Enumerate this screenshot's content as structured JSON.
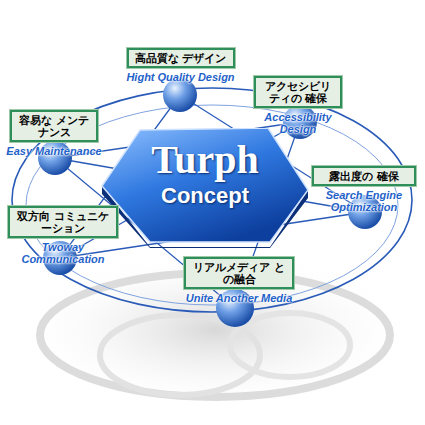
{
  "diagram": {
    "nodes": [
      {
        "text": [
          "Turph",
          "Concept"
        ]
      },
      {
        "text": [
          "高品質な デザイン",
          "Hight Quality Design"
        ]
      },
      {
        "text": [
          "アクセシビリティの 確保",
          "Accessibility Design"
        ]
      },
      {
        "text": [
          "容易な メンテナンス",
          "Easy Maintenance"
        ]
      },
      {
        "text": [
          "露出度の 確保",
          "Search Engine Optimization"
        ]
      },
      {
        "text": [
          "双方向 コミュニケーション",
          "Twoway Communication"
        ]
      },
      {
        "text": [
          "リアルメディア との融合",
          "Unite Another Media"
        ]
      }
    ]
  }
}
